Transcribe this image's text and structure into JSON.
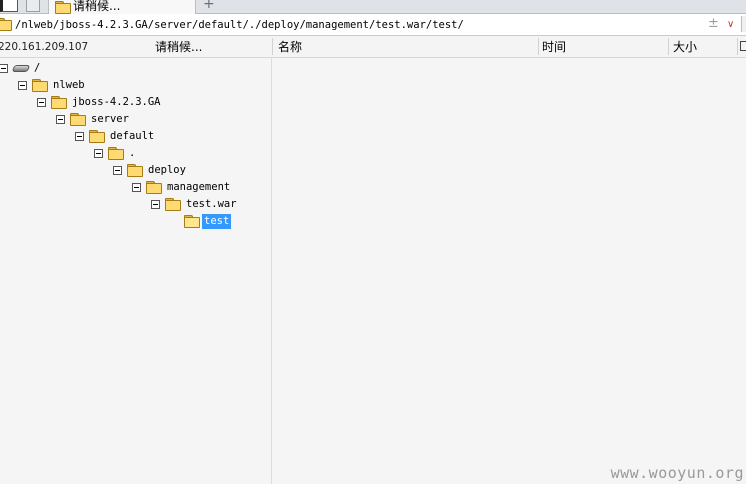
{
  "tabs": {
    "active_label": "请稍候...",
    "add_label": "+"
  },
  "address": {
    "path": "/nlweb/jboss-4.2.3.GA/server/default/./deploy/management/test.war/test/",
    "plus_symbol": "±",
    "dropdown_symbol": "∨"
  },
  "columns": {
    "ip": "220.161.209.107",
    "status": "请稍候...",
    "name": "名称",
    "time": "时间",
    "size": "大小"
  },
  "tree": {
    "root": "/",
    "nodes": [
      {
        "label": "nlweb"
      },
      {
        "label": "jboss-4.2.3.GA"
      },
      {
        "label": "server"
      },
      {
        "label": "default"
      },
      {
        "label": "."
      },
      {
        "label": "deploy"
      },
      {
        "label": "management"
      },
      {
        "label": "test.war"
      },
      {
        "label": "test",
        "selected": true
      }
    ]
  },
  "watermark": "www.wooyun.org"
}
